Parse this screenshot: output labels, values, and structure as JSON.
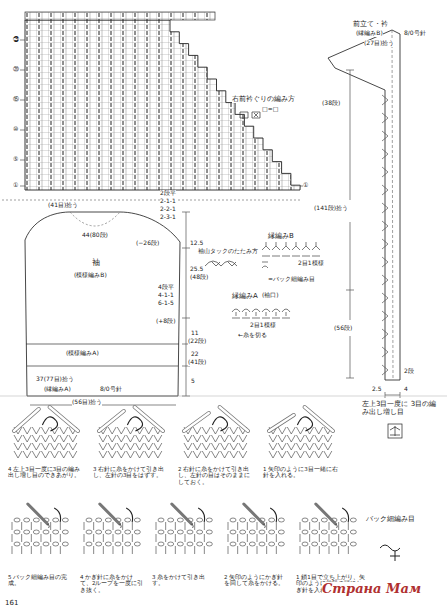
{
  "diagram": {
    "labels": [
      "右前衿ぐりの編み方",
      "□=□",
      "①",
      "⑤",
      "⑩",
      "⑮",
      "⑳",
      "㉕",
      "①",
      "前立て・衿",
      "(縁編みB)",
      "8/0号針",
      "(27目)拾う",
      "(38段)",
      "(141段)拾う",
      "(56段)",
      "2段",
      "2.5",
      "4",
      "(41目)拾う",
      "44(80段)",
      "(−26段)",
      "2段平",
      "2-1-1",
      "2-2-1",
      "2-3-1",
      "12.5",
      "袖",
      "(模様編みB)",
      "25.5",
      "(48段)",
      "4段平",
      "4-1-1",
      "6-1-5",
      "(+8段)",
      "11",
      "(22段)",
      "22",
      "(41段)",
      "(模様編みA)",
      "37(77目)拾う",
      "(縁編みA)",
      "8/0号針",
      "(56目)拾う",
      "5",
      "袖山タックのたたみ方",
      "縁編みB",
      "2目1模様",
      "=バック細編み目",
      "縁編みA",
      "(袖口)",
      "2目1模様",
      "←糸を切る",
      "左上3目一度に 3目の編み出し増し目",
      "4 左上3目一度に3目の編み出し増し目のできあがり。",
      "3 右針に糸をかけて引き出し、左針の3目をはずす。",
      "2 右針に糸をかけて引き出し、左針の目はそのままにしておく。",
      "1 矢印のように3目一緒に右針を入れる。",
      "バック細編み目",
      "5 バック細編み目の完成。",
      "4 かぎ針に糸をかけて、2ループを一度に引き抜く。",
      "3 糸をかけて引き出す。",
      "2 矢印のようにかぎ針を回して糸をかける。",
      "1 鎖1目で立ち上がり、矢印のように前段の頭にかぎ針を入れる。",
      "161",
      "Страна Мам"
    ]
  }
}
